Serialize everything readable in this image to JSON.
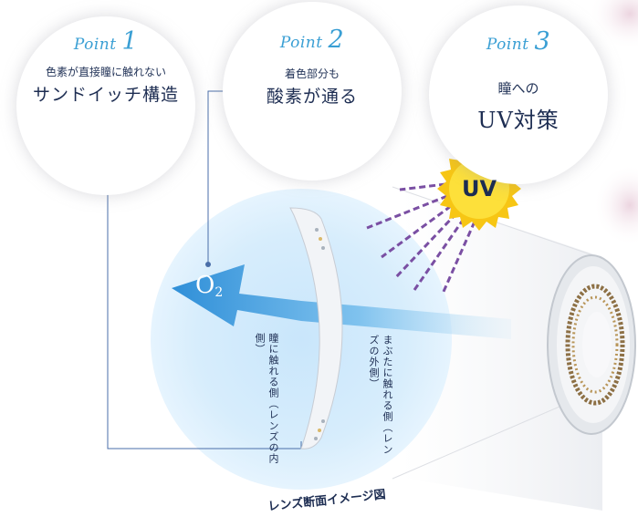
{
  "points": [
    {
      "label": "Point",
      "num": "1",
      "sub": "色素が直接瞳に触れない",
      "main": "サンドイッチ構造"
    },
    {
      "label": "Point",
      "num": "2",
      "sub": "着色部分も",
      "main": "酸素が通る"
    },
    {
      "label": "Point",
      "num": "3",
      "sub": "瞳への",
      "main": "UV対策"
    }
  ],
  "uv_badge": "UV",
  "oxygen": {
    "symbol": "O",
    "subscript": "2"
  },
  "inner_side": "瞳に触れる側（レンズの内側）",
  "outer_side": "まぶたに触れる側（レンズの外側）",
  "caption": "レンズ断面イメージ図",
  "colors": {
    "accent": "#3a9fd4",
    "text": "#1d2d52",
    "sun": "#f7c614",
    "ray": "#7a4fa3",
    "light_blue": "#d6ecfb"
  }
}
